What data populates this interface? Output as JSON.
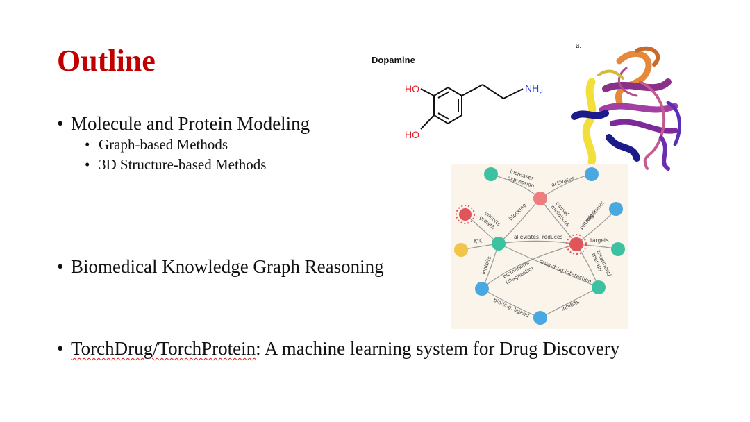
{
  "slide": {
    "title": "Outline",
    "bullets": {
      "b1": "Molecule and Protein Modeling",
      "b1_sub": [
        "Graph-based Methods",
        "3D Structure-based Methods"
      ],
      "b2": "Biomedical Knowledge Graph Reasoning",
      "b3_underlined": "TorchDrug/TorchProtein",
      "b3_rest": ": A machine learning system for Drug Discovery"
    }
  },
  "dopamine": {
    "label": "Dopamine",
    "ho_top": "HO",
    "ho_bottom": "HO",
    "nh2": "NH",
    "nh2_sub": "2"
  },
  "protein": {
    "panel_letter": "a."
  },
  "kg": {
    "edges": {
      "increases_expression_1": "increases",
      "increases_expression_2": "expression",
      "activates": "activates",
      "blocking": "blocking",
      "causal_mutations_1": "causal",
      "causal_mutations_2": "mutations",
      "role_1": "role in",
      "role_2": "pathogenesis",
      "inhibits_growth_1": "inhibits",
      "inhibits_growth_2": "growth",
      "atc": "ATC",
      "alleviates": "alleviates, reduces",
      "targets": "targets",
      "inhibits_left": "inhibits",
      "biomarkers_1": "biomarkers",
      "biomarkers_2": "(diagnostic)",
      "ddi": "drug-drug interaction",
      "treatment_1": "treatment/",
      "treatment_2": "therapy",
      "binding": "binding, ligand",
      "inhibits_bottom": "inhibits"
    },
    "colors": {
      "drug": "#3cc2a0",
      "protein": "#4aa8e0",
      "gene": "#ef7d7d",
      "disease": "#e0555a",
      "atc": "#f3c44a"
    }
  }
}
